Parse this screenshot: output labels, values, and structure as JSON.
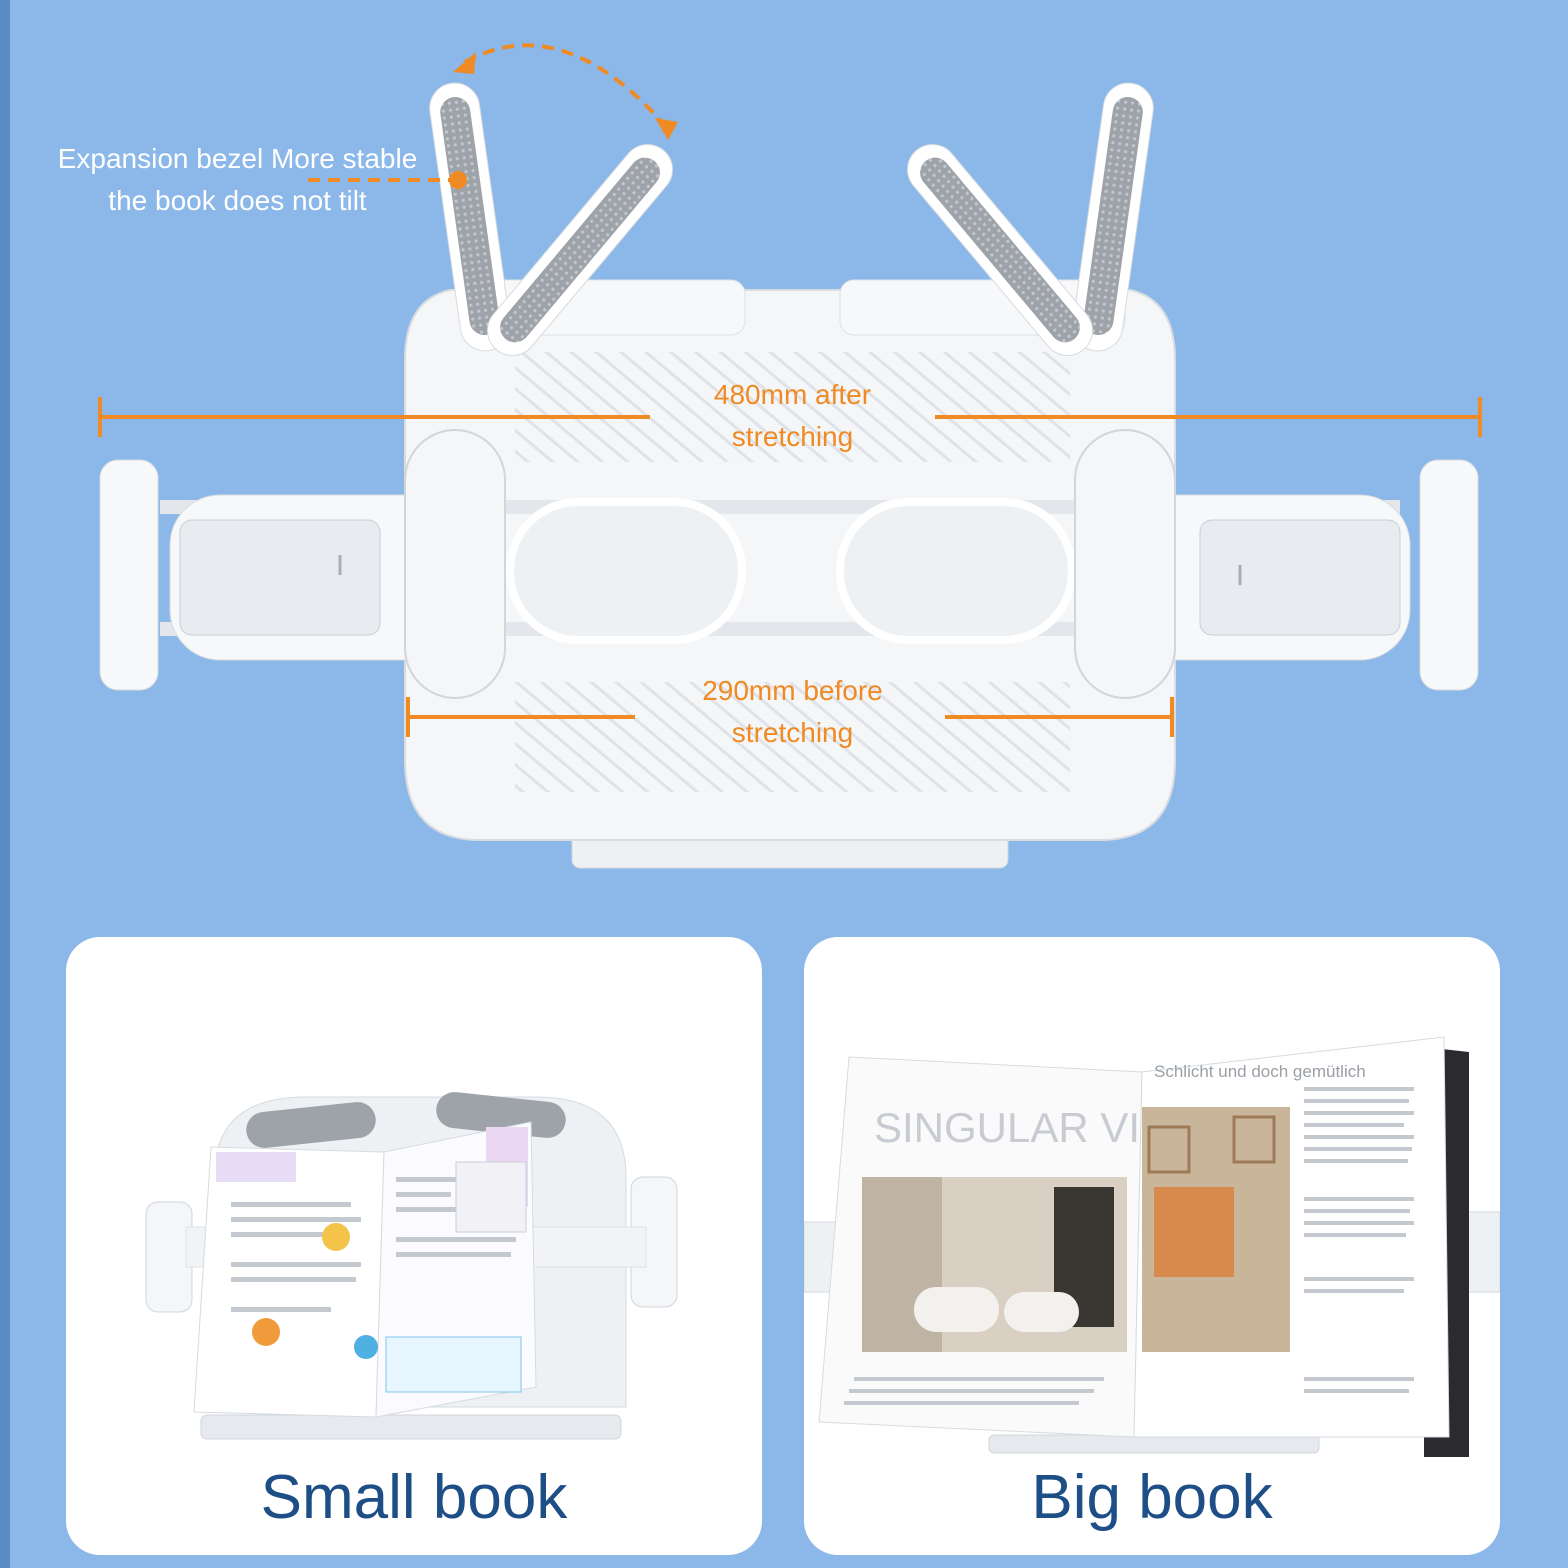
{
  "colors": {
    "background": "#8bb8e8",
    "accent_orange": "#f08a24",
    "caption_blue": "#1d4e86",
    "stand_white": "#f4f6f8",
    "pad_gray": "#9ea3aa"
  },
  "annotations": {
    "bezel_line1": "Expansion bezel More stable",
    "bezel_line2": "the book does not tilt",
    "after_line1": "480mm after",
    "after_line2": "stretching",
    "before_line1": "290mm before",
    "before_line2": "stretching"
  },
  "cards": {
    "small": {
      "caption": "Small book"
    },
    "big": {
      "caption": "Big book",
      "page_heading": "SINGULAR VISIONS",
      "page_subtitle": "Schlicht und doch gemütlich"
    }
  }
}
